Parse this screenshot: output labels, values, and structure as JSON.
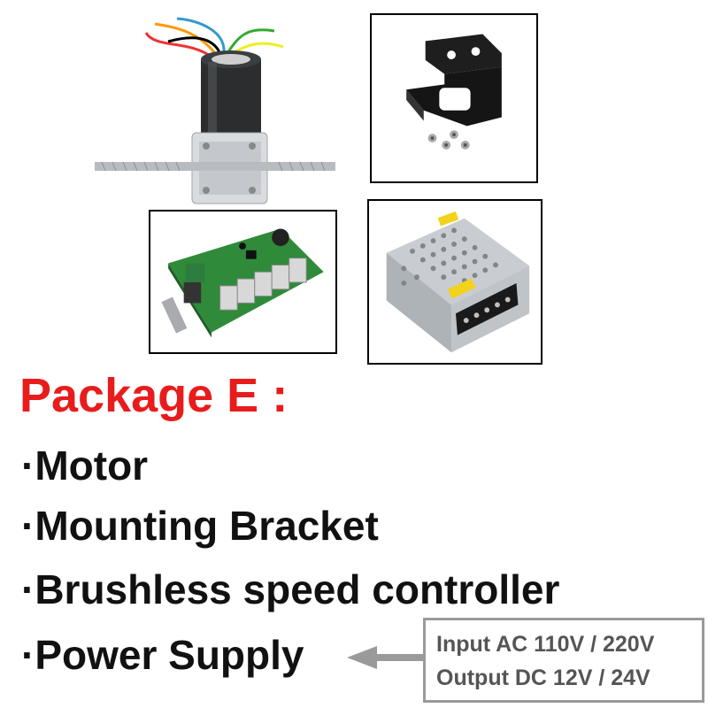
{
  "package": {
    "title": "Package E :",
    "bullet": "·",
    "items": [
      "Motor",
      "Mounting Bracket",
      "Brushless speed controller",
      "Power Supply"
    ]
  },
  "power_supply_note": {
    "input": "Input AC 110V / 220V",
    "output": "Output DC 12V / 24V"
  },
  "colors": {
    "title": "#e81c1c",
    "text": "#111111",
    "note_text": "#555555",
    "note_border": "#9a9a9a"
  },
  "images": [
    "worm-gear-motor",
    "mounting-bracket",
    "speed-controller-board",
    "power-supply-unit"
  ]
}
